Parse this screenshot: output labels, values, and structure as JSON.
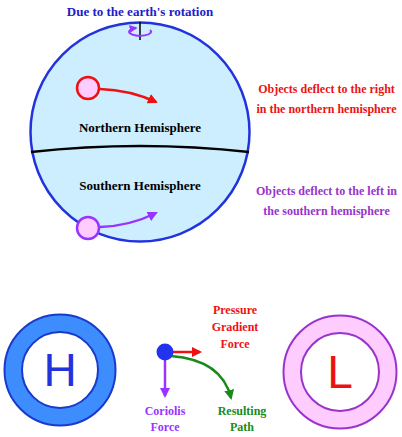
{
  "diagram": {
    "nodes": [
      {
        "text": [
          "Northern Hemisphere",
          "Southern Hemisphere"
        ]
      },
      {
        "text": [
          "H"
        ]
      },
      {
        "text": [
          "L"
        ]
      }
    ],
    "labels": [
      "Due to the earth's rotation",
      "Objects deflect to the right in the northern hemisphere",
      "Objects deflect to the left in the southern hemisphere",
      "Pressure Gradient Force",
      "Coriolis Force",
      "Resulting Path"
    ]
  }
}
